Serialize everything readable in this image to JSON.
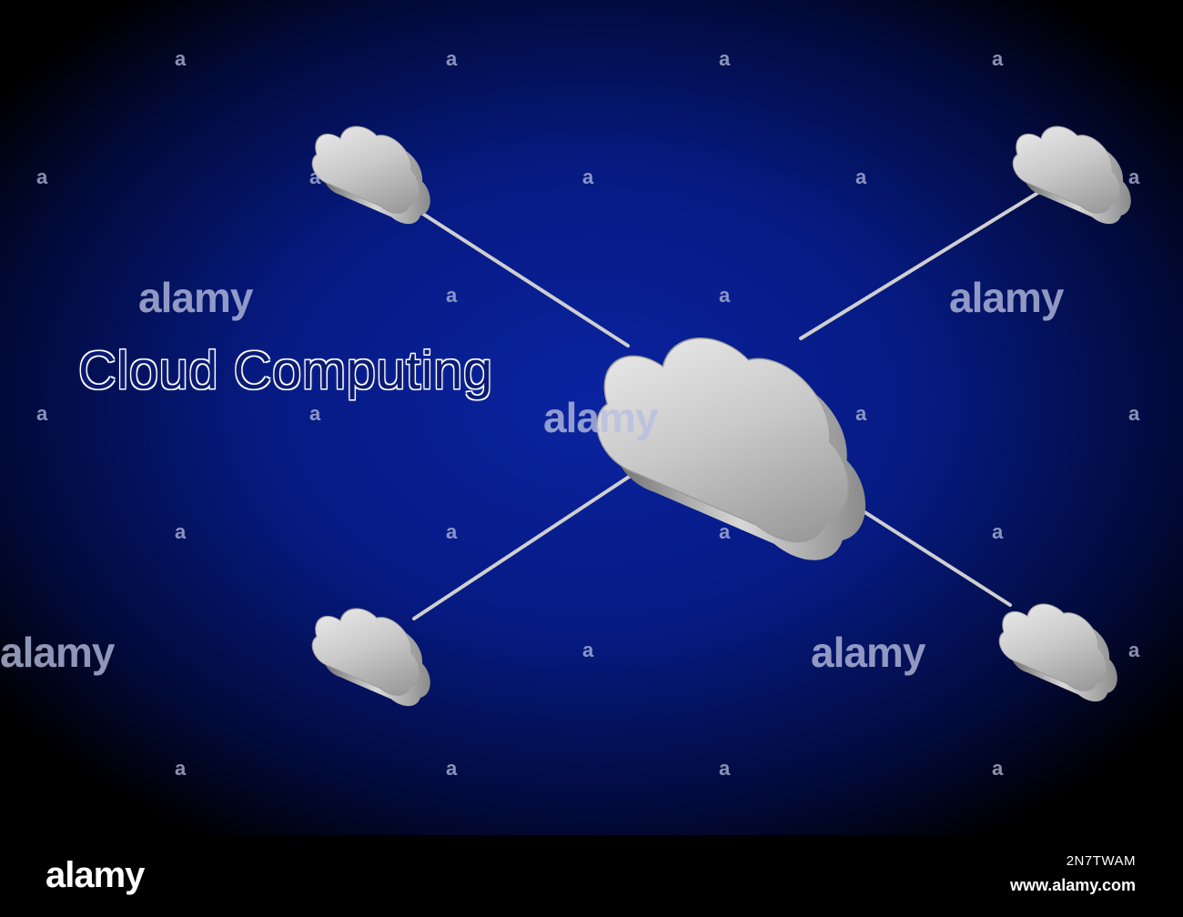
{
  "title": "Cloud Computing",
  "watermark": {
    "word": "alamy",
    "mark": "a"
  },
  "footer": {
    "logo": "alamy",
    "image_id": "2N7TWAM",
    "url": "www.alamy.com"
  },
  "colors": {
    "background_center": "#0a23a0",
    "background_edge": "#000000",
    "cloud_metal_light": "#f2f2f2",
    "cloud_metal_dark": "#8a8a8a",
    "connector_line": "#cfcfcf"
  },
  "nodes": [
    {
      "id": "hub",
      "icon": "cloud-icon"
    },
    {
      "id": "top-left",
      "icon": "cloud-icon"
    },
    {
      "id": "top-right",
      "icon": "cloud-icon"
    },
    {
      "id": "bottom-left",
      "icon": "cloud-icon"
    },
    {
      "id": "bottom-right",
      "icon": "cloud-icon"
    }
  ],
  "links": [
    [
      "hub",
      "top-left"
    ],
    [
      "hub",
      "top-right"
    ],
    [
      "hub",
      "bottom-left"
    ],
    [
      "hub",
      "bottom-right"
    ]
  ]
}
